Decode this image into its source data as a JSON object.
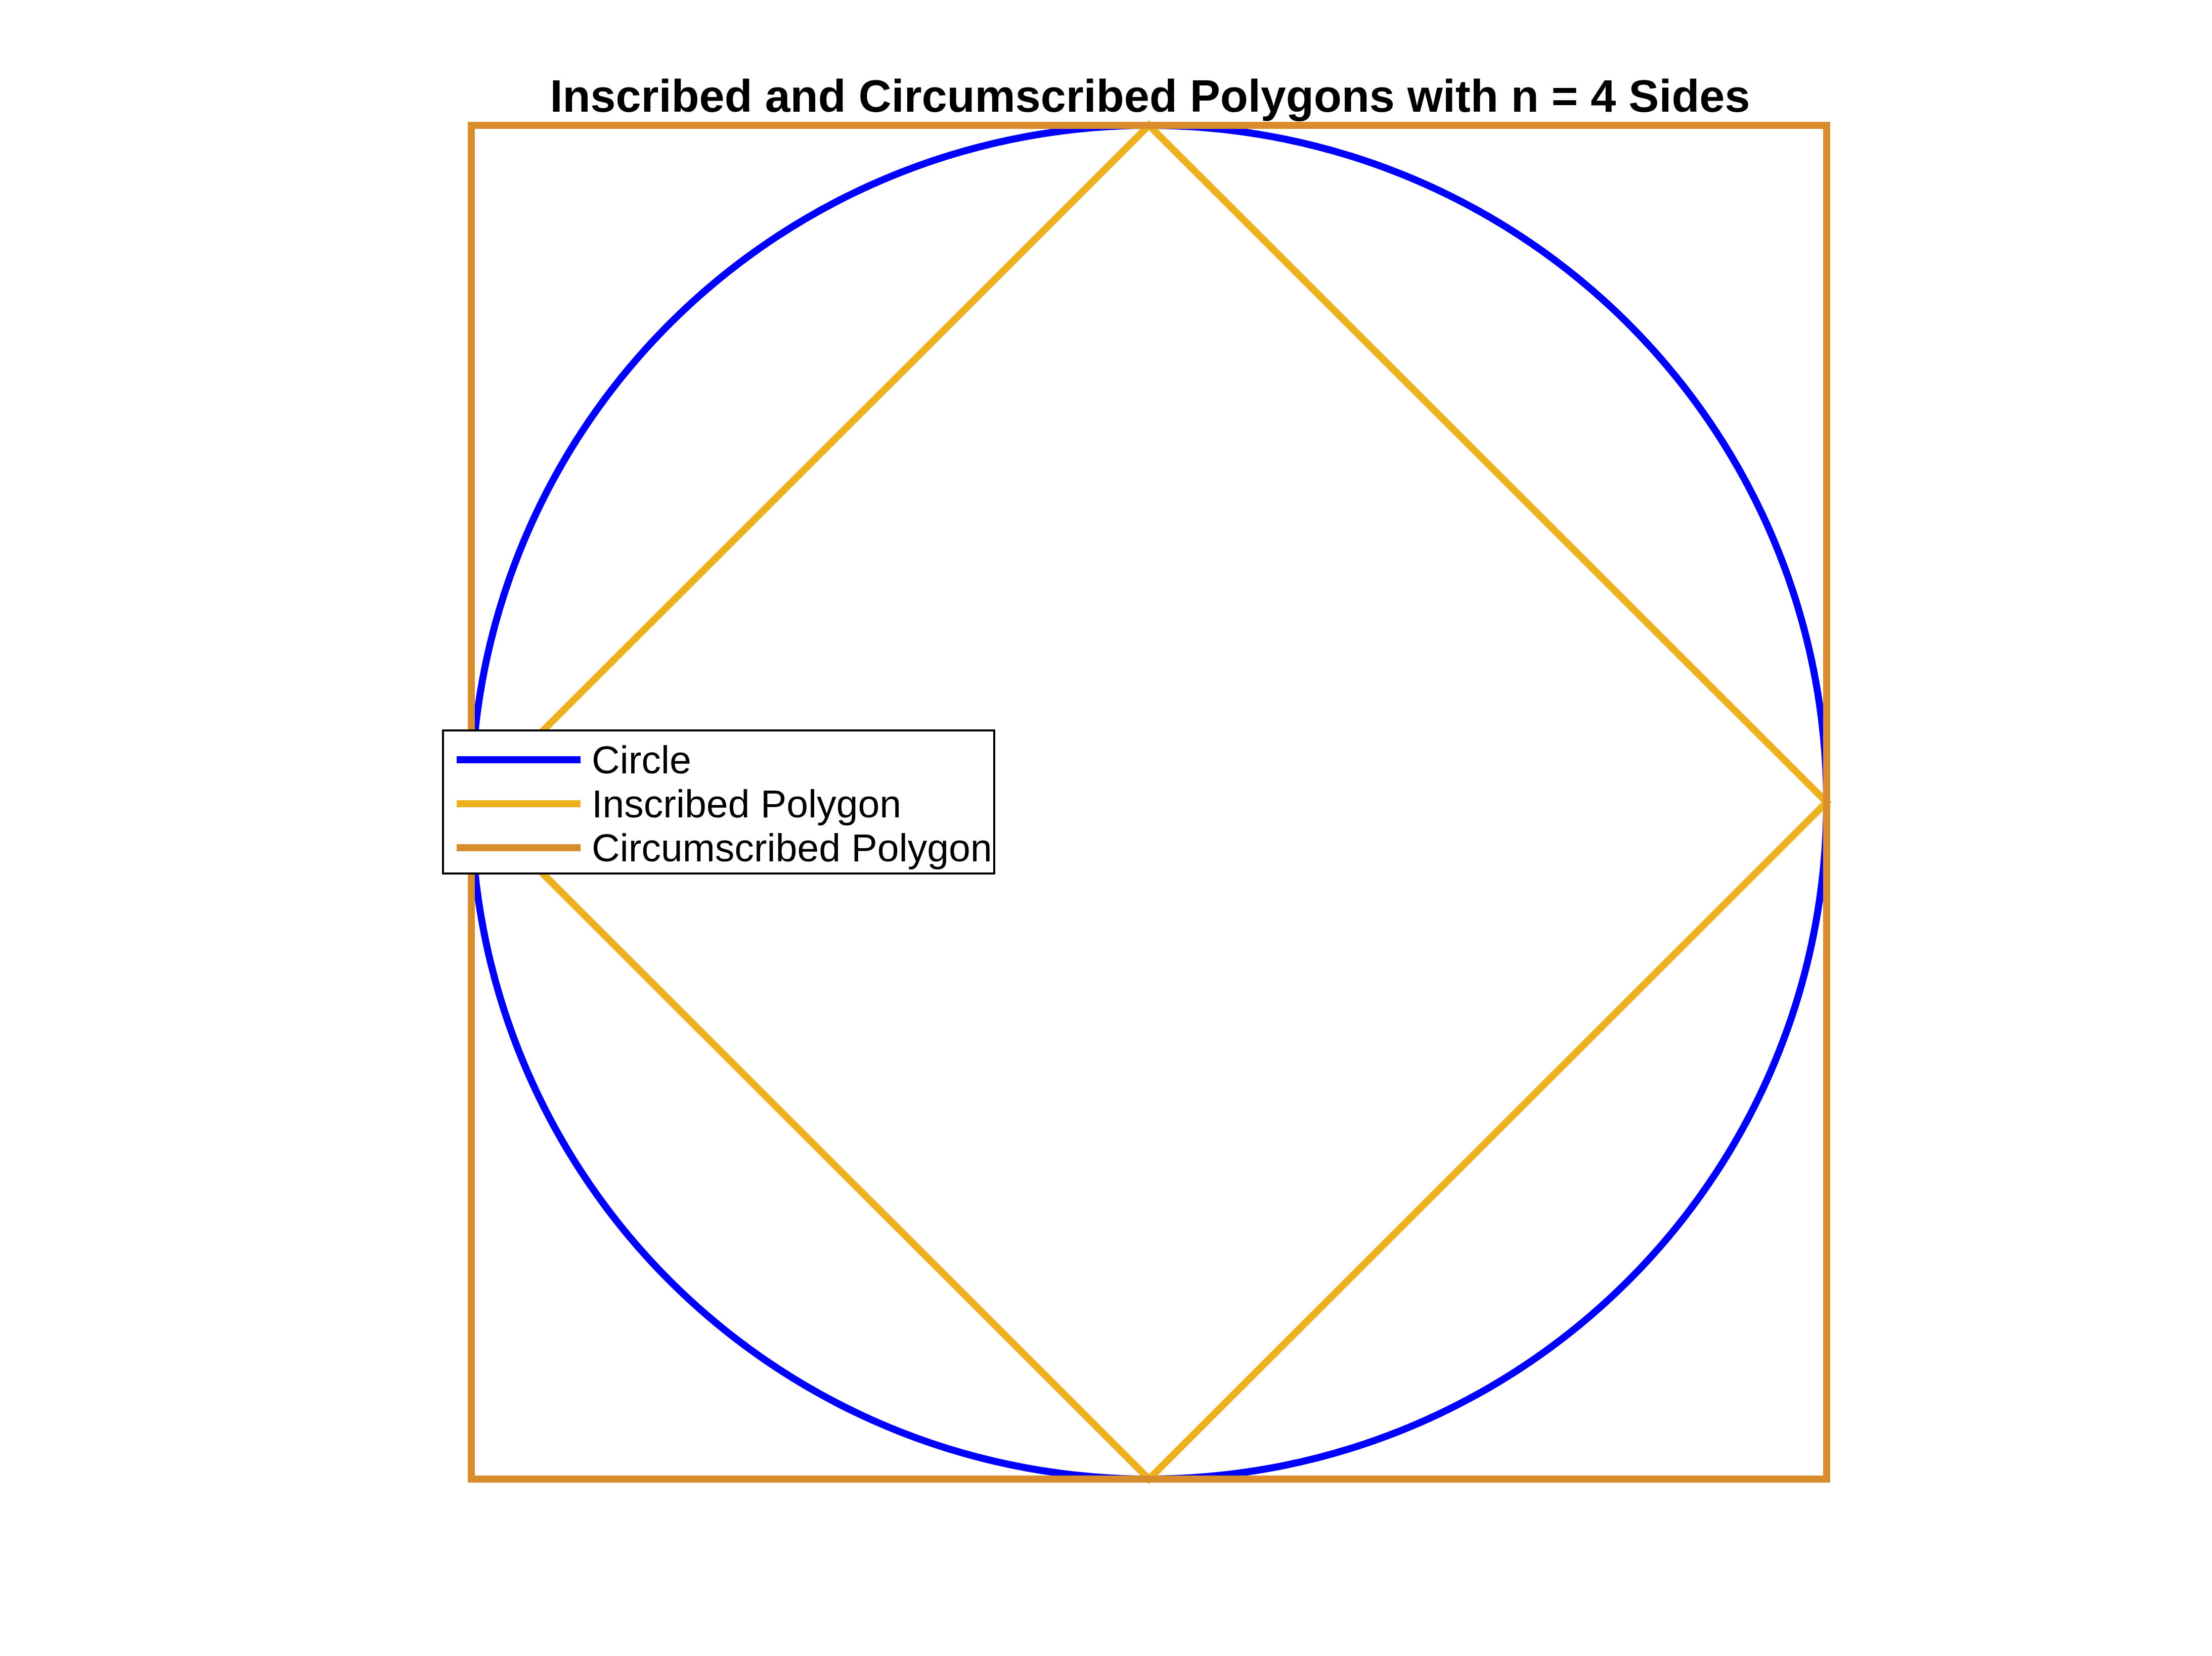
{
  "chart_data": {
    "type": "line",
    "title": "Inscribed and Circumscribed Polygons with n = 4 Sides",
    "xlabel": "",
    "ylabel": "",
    "xlim": [
      -1,
      1
    ],
    "ylim": [
      -1,
      1
    ],
    "axes_visible": false,
    "equal_aspect": true,
    "grid": false,
    "legend_position": "west",
    "series": [
      {
        "name": "Circle",
        "color": "#0000ff",
        "shape": "circle",
        "center": [
          0,
          0
        ],
        "radius": 1
      },
      {
        "name": "Inscribed Polygon",
        "color": "#edb120",
        "shape": "polygon",
        "x": [
          1,
          0,
          -1,
          0,
          1
        ],
        "y": [
          0,
          1,
          0,
          -1,
          0
        ]
      },
      {
        "name": "Circumscribed Polygon",
        "color": "#d98c2b",
        "shape": "polygon",
        "x": [
          1,
          -1,
          -1,
          1,
          1
        ],
        "y": [
          1,
          1,
          -1,
          -1,
          1
        ]
      }
    ]
  }
}
